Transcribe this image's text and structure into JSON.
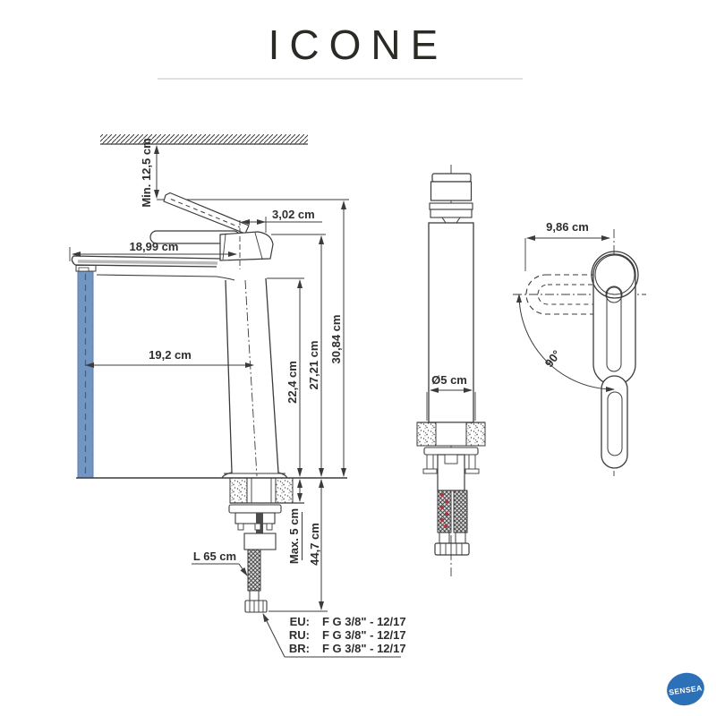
{
  "title": "ICONE",
  "side_view": {
    "dims": {
      "min_clearance": "Min. 12,5 cm",
      "handle_top_width": "3,02 cm",
      "spout_reach": "18,99 cm",
      "stream_offset": "19,2 cm",
      "spout_height": "22,4 cm",
      "handle_height": "27,21 cm",
      "total_height": "30,84 cm",
      "max_deck_thickness": "Max. 5 cm",
      "under_counter_height": "44,7 cm",
      "hose_length": "L 65 cm"
    }
  },
  "front_view": {
    "dims": {
      "body_diameter": "Ø5 cm"
    }
  },
  "top_view": {
    "dims": {
      "handle_length": "9,86 cm",
      "swing_angle": "90°"
    }
  },
  "connections": {
    "rows": [
      {
        "region": "EU:",
        "value": "F G 3/8\" - 12/17"
      },
      {
        "region": "RU:",
        "value": "F G 3/8\" - 12/17"
      },
      {
        "region": "BR:",
        "value": "F G 3/8\" - 12/17"
      }
    ]
  },
  "logo": {
    "brand": "SENSEA"
  },
  "colors": {
    "line": "#3b3b3b",
    "text": "#2e2e2e",
    "divider": "#cccccc",
    "water_fill": "#7296c1",
    "water_edge": "#5a7fa9",
    "water_center": "#3b6190",
    "hot_indicator": "#b5323e",
    "brand_blue": "#2c70b7",
    "shade": "#b9b9b9"
  }
}
